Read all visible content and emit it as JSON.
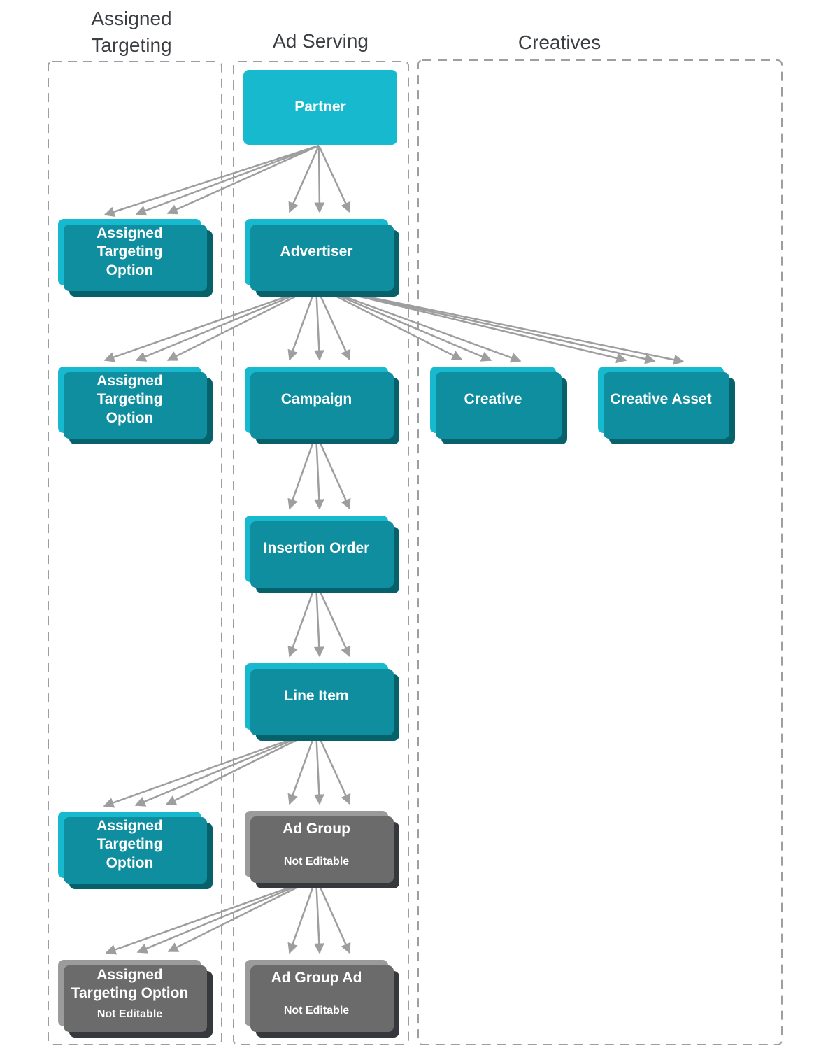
{
  "colors": {
    "node_cyan": "#17B9CF",
    "node_cyan_mid": "#0E8E9E",
    "node_cyan_dark": "#07616A",
    "node_gray": "#9B9B9B",
    "node_gray_mid": "#6B6B6B",
    "node_gray_dark": "#35383C",
    "arrow": "#9E9E9E",
    "dash": "#9B9FA3",
    "header": "#3B3E42",
    "node_text": "#FFFFFF"
  },
  "columns": [
    {
      "id": "assigned-targeting",
      "label": "Assigned\nTargeting"
    },
    {
      "id": "ad-serving",
      "label": "Ad Serving"
    },
    {
      "id": "creatives",
      "label": "Creatives"
    }
  ],
  "nodes": {
    "partner": {
      "label": "Partner",
      "stacked": false,
      "theme": "cyan"
    },
    "ato_partner": {
      "label": "Assigned\nTargeting\nOption",
      "stacked": true,
      "theme": "cyan"
    },
    "advertiser": {
      "label": "Advertiser",
      "stacked": true,
      "theme": "cyan"
    },
    "ato_advertiser": {
      "label": "Assigned\nTargeting\nOption",
      "stacked": true,
      "theme": "cyan"
    },
    "campaign": {
      "label": "Campaign",
      "stacked": true,
      "theme": "cyan"
    },
    "creative": {
      "label": "Creative",
      "stacked": true,
      "theme": "cyan"
    },
    "creative_asset": {
      "label": "Creative Asset",
      "stacked": true,
      "theme": "cyan"
    },
    "insertion_order": {
      "label": "Insertion Order",
      "stacked": true,
      "theme": "cyan"
    },
    "line_item": {
      "label": "Line Item",
      "stacked": true,
      "theme": "cyan"
    },
    "ato_line_item": {
      "label": "Assigned\nTargeting\nOption",
      "stacked": true,
      "theme": "cyan"
    },
    "ad_group": {
      "label": "Ad Group",
      "sublabel": "Not Editable",
      "stacked": true,
      "theme": "gray"
    },
    "ato_not_editable": {
      "label": "Assigned\nTargeting Option",
      "sublabel": "Not Editable",
      "stacked": true,
      "theme": "gray"
    },
    "ad_group_ad": {
      "label": "Ad Group Ad",
      "sublabel": "Not Editable",
      "stacked": true,
      "theme": "gray"
    }
  },
  "edges": [
    {
      "from": "partner",
      "to": "ato_partner",
      "arrows": 3
    },
    {
      "from": "partner",
      "to": "advertiser",
      "arrows": 3
    },
    {
      "from": "advertiser",
      "to": "ato_advertiser",
      "arrows": 3
    },
    {
      "from": "advertiser",
      "to": "campaign",
      "arrows": 3
    },
    {
      "from": "advertiser",
      "to": "creative",
      "arrows": 3
    },
    {
      "from": "advertiser",
      "to": "creative_asset",
      "arrows": 3
    },
    {
      "from": "campaign",
      "to": "insertion_order",
      "arrows": 3
    },
    {
      "from": "insertion_order",
      "to": "line_item",
      "arrows": 3
    },
    {
      "from": "line_item",
      "to": "ato_line_item",
      "arrows": 3
    },
    {
      "from": "line_item",
      "to": "ad_group",
      "arrows": 3
    },
    {
      "from": "ad_group",
      "to": "ato_not_editable",
      "arrows": 3
    },
    {
      "from": "ad_group",
      "to": "ad_group_ad",
      "arrows": 3
    }
  ]
}
